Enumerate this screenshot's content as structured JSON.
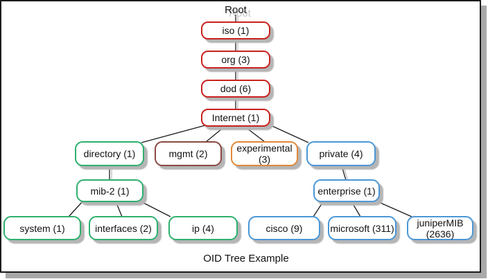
{
  "caption": "OID Tree Example",
  "root": {
    "label": "Root"
  },
  "nodes": {
    "iso": {
      "label": "iso (1)",
      "border": "#c8231f"
    },
    "org": {
      "label": "org (3)",
      "border": "#c8231f"
    },
    "dod": {
      "label": "dod (6)",
      "border": "#c8231f"
    },
    "internet": {
      "label": "Internet (1)",
      "border": "#c8231f"
    },
    "directory": {
      "label": "directory (1)",
      "border": "#2eb06e"
    },
    "mgmt": {
      "label": "mgmt (2)",
      "border": "#8b4a42"
    },
    "experimental": {
      "label": "experimental (3)",
      "border": "#e2883a"
    },
    "private": {
      "label": "private (4)",
      "border": "#4a97d6"
    },
    "mib2": {
      "label": "mib-2 (1)",
      "border": "#2eb06e"
    },
    "system": {
      "label": "system (1)",
      "border": "#2eb06e"
    },
    "interfaces": {
      "label": "interfaces (2)",
      "border": "#2eb06e"
    },
    "ip": {
      "label": "ip (4)",
      "border": "#2eb06e"
    },
    "enterprise": {
      "label": "enterprise (1)",
      "border": "#4a97d6"
    },
    "cisco": {
      "label": "cisco (9)",
      "border": "#4a97d6"
    },
    "microsoft": {
      "label": "microsoft (311)",
      "border": "#4a97d6"
    },
    "junipermib": {
      "label": "juniperMIB (2636)",
      "border": "#4a97d6"
    }
  },
  "colors": {
    "standard_red": "#c8231f",
    "mgmt_brown": "#8b4a42",
    "experimental_orange": "#e2883a",
    "mib_green": "#2eb06e",
    "enterprise_blue": "#4a97d6",
    "shadow_gray": "#b5b5b5",
    "frame_black": "#1c1c1c"
  }
}
